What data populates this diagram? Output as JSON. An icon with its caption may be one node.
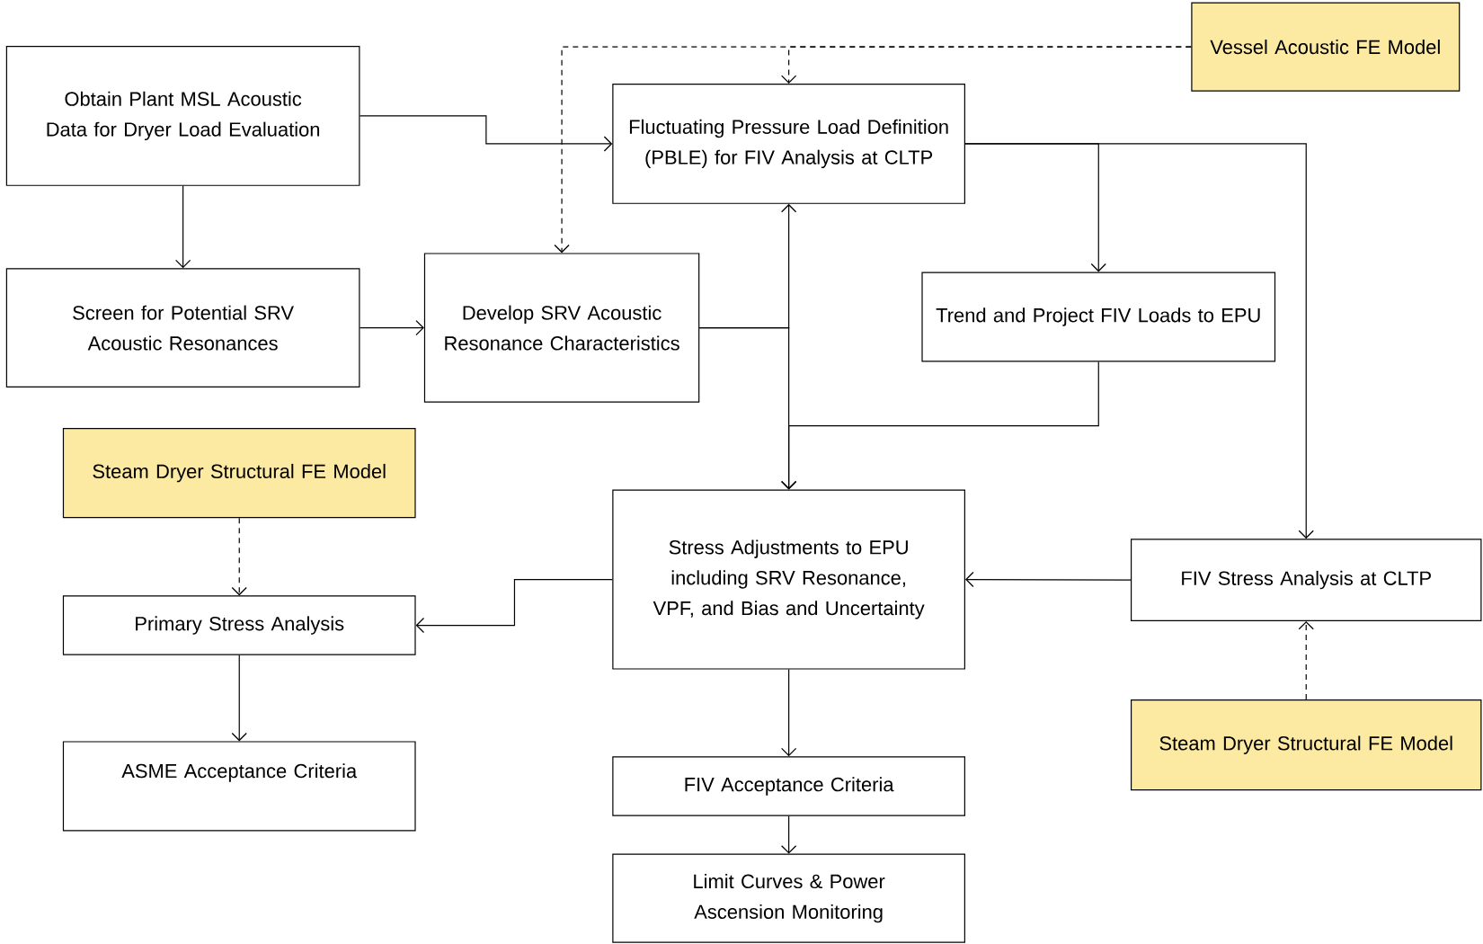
{
  "diagram": {
    "nodes": [
      {
        "text": [
          "Obtain Plant MSL Acoustic Data for Dryer Load Evaluation"
        ]
      },
      {
        "text": [
          "Screen for Potential SRV Acoustic Resonances"
        ]
      },
      {
        "text": [
          "Develop SRV Acoustic Resonance Characteristics"
        ]
      },
      {
        "text": [
          "Vessel Acoustic FE Model"
        ]
      },
      {
        "text": [
          "Fluctuating Pressure Load Definition (PBLE) for FIV Analysis at CLTP"
        ]
      },
      {
        "text": [
          "Trend and Project FIV Loads to EPU"
        ]
      },
      {
        "text": [
          "Steam Dryer Structural FE Model"
        ]
      },
      {
        "text": [
          "Stress Adjustments to EPU including SRV Resonance, VPF, and Bias and Uncertainty"
        ]
      },
      {
        "text": [
          "FIV Stress Analysis at CLTP"
        ]
      },
      {
        "text": [
          "Primary Stress Analysis"
        ]
      },
      {
        "text": [
          "Steam Dryer Structural FE Model"
        ]
      },
      {
        "text": [
          "ASME Acceptance Criteria"
        ]
      },
      {
        "text": [
          "FIV Acceptance Criteria"
        ]
      },
      {
        "text": [
          "Limit Curves & Power Ascension Monitoring"
        ]
      }
    ],
    "edges": [
      {
        "from": 0,
        "to": 4,
        "arrow": "to"
      },
      {
        "from": 0,
        "to": 1,
        "arrow": "to"
      },
      {
        "from": 1,
        "to": 2,
        "arrow": "to"
      },
      {
        "from": 3,
        "to": 4,
        "arrow": "to",
        "style": "dashed"
      },
      {
        "from": 3,
        "to": 2,
        "arrow": "to",
        "style": "dashed"
      },
      {
        "from": 2,
        "to": 4,
        "arrow": "to"
      },
      {
        "from": 2,
        "to": 7,
        "arrow": "to"
      },
      {
        "from": 5,
        "to": 7,
        "arrow": "to"
      },
      {
        "from": 4,
        "to": 5,
        "arrow": "to"
      },
      {
        "from": 4,
        "to": 8,
        "arrow": "to"
      },
      {
        "from": 8,
        "to": 7,
        "arrow": "to"
      },
      {
        "from": 7,
        "to": 9,
        "arrow": "to"
      },
      {
        "from": 6,
        "to": 9,
        "arrow": "to",
        "style": "dashed"
      },
      {
        "from": 9,
        "to": 11,
        "arrow": "to"
      },
      {
        "from": 10,
        "to": 8,
        "arrow": "to",
        "style": "dashed"
      },
      {
        "from": 7,
        "to": 12,
        "arrow": "to"
      },
      {
        "from": 12,
        "to": 13,
        "arrow": "to"
      }
    ]
  }
}
